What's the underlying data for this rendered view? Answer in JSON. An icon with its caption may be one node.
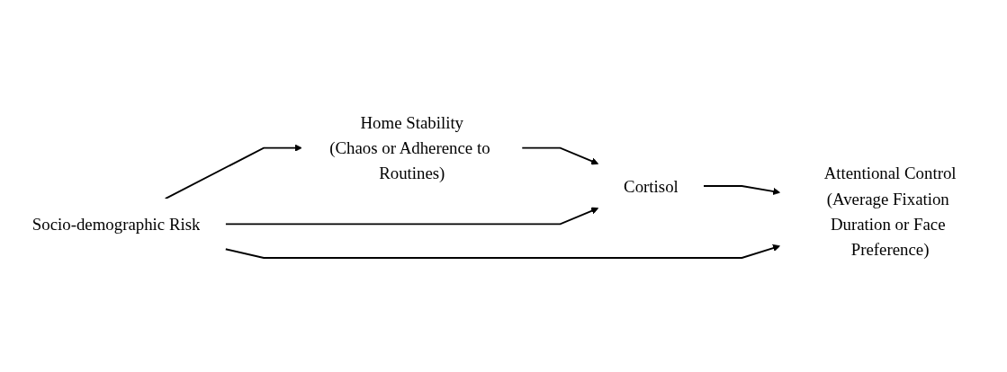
{
  "diagram": {
    "nodes": [
      {
        "text": [
          "Home Stability",
          "(Chaos or Adherence to Routines)"
        ]
      },
      {
        "text": [
          "Cortisol"
        ]
      },
      {
        "text": [
          "Socio-demographic Risk"
        ]
      },
      {
        "text": [
          "Attentional Control",
          "(Average Fixation Duration or Face Preference)"
        ]
      }
    ],
    "edges": [
      {
        "from": 2,
        "to": 0,
        "arrow": "to"
      },
      {
        "from": 0,
        "to": 1,
        "arrow": "to"
      },
      {
        "from": 2,
        "to": 1,
        "arrow": "to"
      },
      {
        "from": 1,
        "to": 3,
        "arrow": "to"
      },
      {
        "from": 2,
        "to": 3,
        "arrow": "to"
      }
    ]
  }
}
